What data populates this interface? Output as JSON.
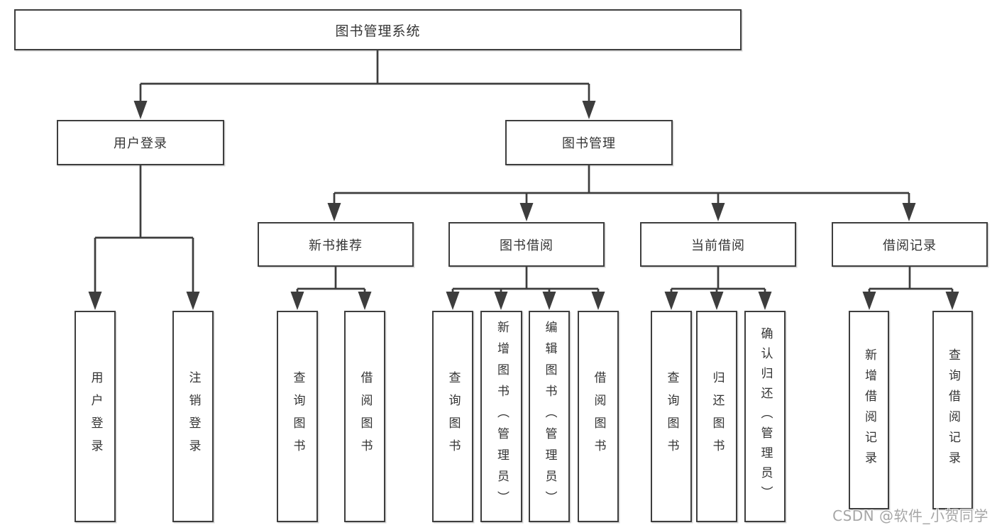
{
  "tree": {
    "root_label": "图书管理系统",
    "branches": [
      {
        "label": "用户登录",
        "children": [
          {
            "label": "用户登录"
          },
          {
            "label": "注销登录"
          }
        ]
      },
      {
        "label": "图书管理",
        "children": [
          {
            "label": "新书推荐",
            "children": [
              {
                "label": "查询图书"
              },
              {
                "label": "借阅图书"
              }
            ]
          },
          {
            "label": "图书借阅",
            "children": [
              {
                "label": "查询图书"
              },
              {
                "label": "新增图书（管理员）"
              },
              {
                "label": "编辑图书（管理员）"
              },
              {
                "label": "借阅图书"
              }
            ]
          },
          {
            "label": "当前借阅",
            "children": [
              {
                "label": "查询图书"
              },
              {
                "label": "归还图书"
              },
              {
                "label": "确认归还（管理员）"
              }
            ]
          },
          {
            "label": "借阅记录",
            "children": [
              {
                "label": "新增借阅记录"
              },
              {
                "label": "查询借阅记录"
              }
            ]
          }
        ]
      }
    ]
  },
  "watermark": {
    "text": "CSDN @软件_小贺同学"
  },
  "colors": {
    "line": "#3d3d3d",
    "box_border": "#3e3e3e",
    "box_fill": "#ffffff",
    "text": "#343434",
    "watermark": "#a6a6a6",
    "background": "#ffffff"
  }
}
